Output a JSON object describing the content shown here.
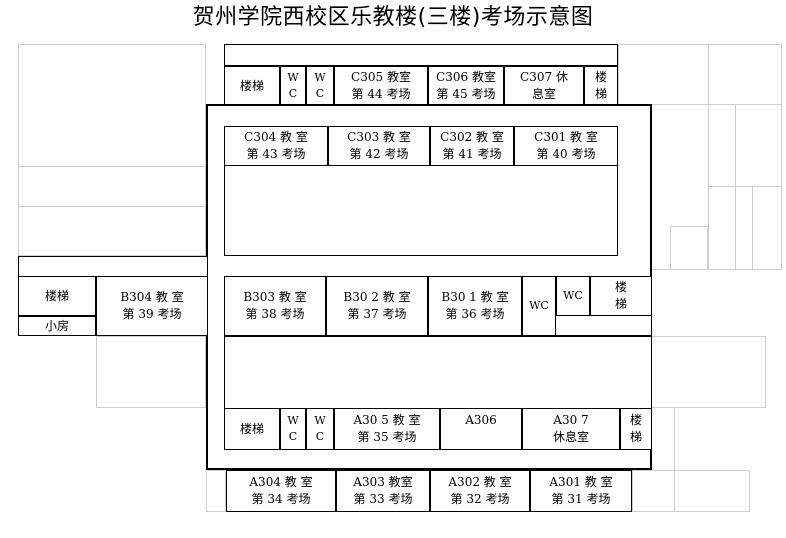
{
  "title": "贺州学院西校区乐教楼(三楼)考场示意图",
  "c_top": {
    "stair": "楼梯",
    "wc1": [
      "W",
      "C"
    ],
    "wc2": [
      "W",
      "C"
    ],
    "c305": [
      "C305 教室",
      "第 44 考场"
    ],
    "c306": [
      "C306 教室",
      "第 45 考场"
    ],
    "c307": [
      "C307 休",
      "息室"
    ],
    "stair2": [
      "楼",
      "梯"
    ]
  },
  "c_row": {
    "c304": [
      "C304 教 室",
      "第 43 考场"
    ],
    "c303": [
      "C303 教 室",
      "第 42 考场"
    ],
    "c302": [
      "C302 教 室",
      "第 41 考场"
    ],
    "c301": [
      "C301 教 室",
      "第  40 考场"
    ]
  },
  "b_west": {
    "stair": "楼梯",
    "small_room": "小房",
    "b304": [
      "B304 教 室",
      "第 39 考场"
    ]
  },
  "b_row": {
    "b303": [
      "B303 教 室",
      "第 38 考场"
    ],
    "b302": [
      "B30 2 教 室",
      "第 37 考场"
    ],
    "b301": [
      "B30 1 教 室",
      "第 36 考场"
    ],
    "wc1": "WC",
    "wc2": "WC",
    "stair": [
      "楼",
      "梯"
    ]
  },
  "a_upper": {
    "stair": "楼梯",
    "wc1": [
      "W",
      "C"
    ],
    "wc2": [
      "W",
      "C"
    ],
    "a305": [
      "A30 5 教 室",
      "第 35 考场"
    ],
    "a306": "A306",
    "a307": [
      "A30 7",
      "休息室"
    ],
    "stair2": [
      "楼",
      "梯"
    ]
  },
  "a_lower": {
    "a304": [
      "A304 教 室",
      "第 34 考场"
    ],
    "a303": [
      "A303 教室",
      "第 33 考场"
    ],
    "a302": [
      "A302 教 室",
      "第 32 考场"
    ],
    "a301": [
      "A301 教 室",
      "第 31 考场"
    ]
  }
}
